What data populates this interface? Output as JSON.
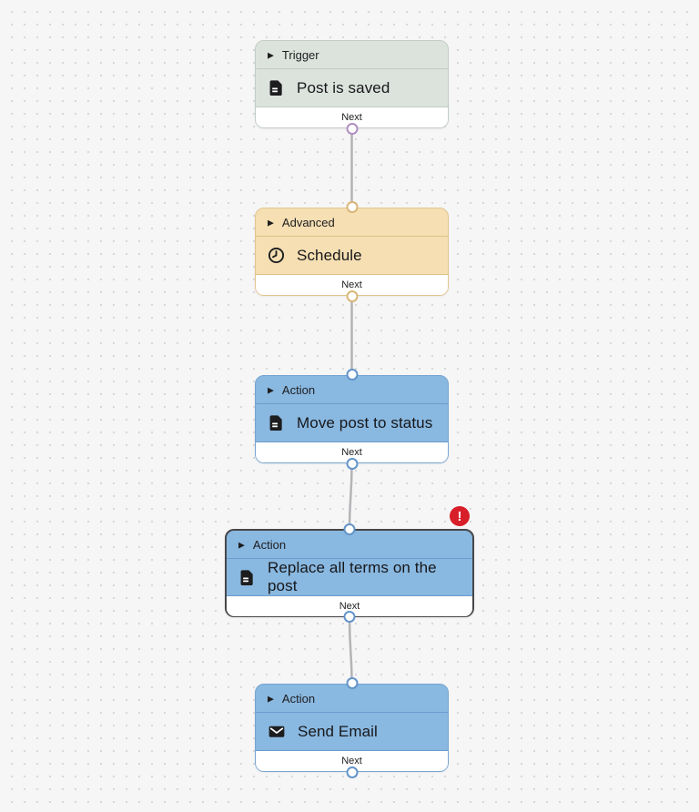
{
  "canvas": {
    "connector_color": "#b4b4b7",
    "background_color": "#f6f6f7",
    "dot_color": "#d8d8da"
  },
  "icons": {
    "collapse": "▶"
  },
  "error_badge": {
    "symbol": "!",
    "color": "#d81e28"
  },
  "nodes": [
    {
      "category": "Trigger",
      "title": "Post is saved",
      "icon": "document-icon",
      "footer_label": "Next",
      "has_error": false,
      "colors": {
        "bg": "#dce3dd",
        "border": "#c3ccc5",
        "divider": "#c2ccc4",
        "port": "#b18ec0"
      }
    },
    {
      "category": "Advanced",
      "title": "Schedule",
      "icon": "clock-icon",
      "footer_label": "Next",
      "has_error": false,
      "colors": {
        "bg": "#f5dfb3",
        "border": "#e2c58e",
        "divider": "#dec183",
        "port": "#d8b678"
      }
    },
    {
      "category": "Action",
      "title": "Move post to status",
      "icon": "document-icon",
      "footer_label": "Next",
      "has_error": false,
      "colors": {
        "bg": "#89b8e0",
        "border": "#77a5d0",
        "divider": "#6c9ccd",
        "port": "#6394c9"
      }
    },
    {
      "category": "Action",
      "title": "Replace all terms on the post",
      "icon": "document-icon",
      "footer_label": "Next",
      "has_error": true,
      "colors": {
        "bg": "#89b8e0",
        "border": "#47474a",
        "divider": "#6c9ccd",
        "port": "#6394c9"
      }
    },
    {
      "category": "Action",
      "title": "Send Email",
      "icon": "envelope-icon",
      "footer_label": "Next",
      "has_error": false,
      "colors": {
        "bg": "#89b8e0",
        "border": "#77a5d0",
        "divider": "#6c9ccd",
        "port": "#6394c9"
      }
    }
  ]
}
